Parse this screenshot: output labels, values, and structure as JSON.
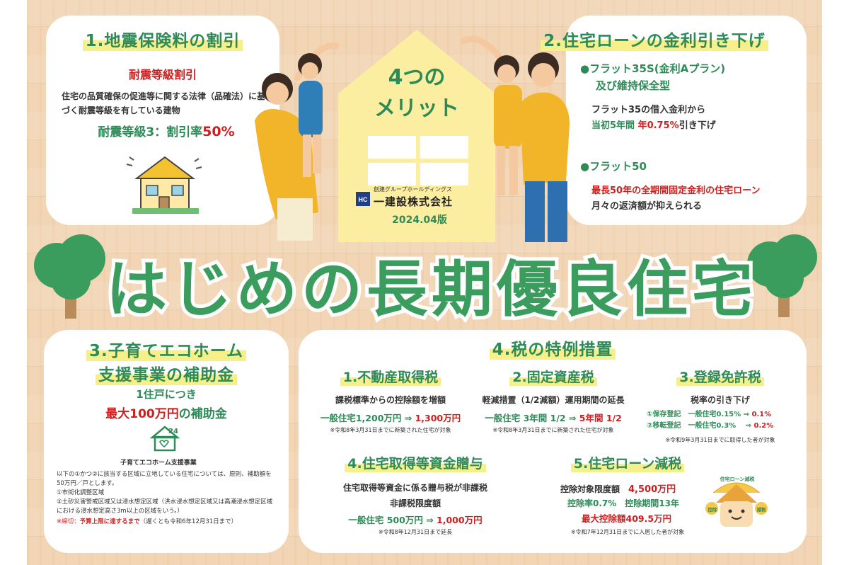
{
  "center": {
    "title_line1": "4つの",
    "title_line2": "メリット",
    "company_small": "創建グループホールディングス",
    "company": "一建設株式会社",
    "edition": "2024.04版"
  },
  "main_title": "はじめの長期優良住宅",
  "sec1": {
    "heading": "1.地震保険料の割引",
    "sub": "耐震等級割引",
    "body": "住宅の品質確保の促進等に関する法律（品確法）に基づく耐震等級を有している建物",
    "rate_prefix": "耐震等級3：割引率",
    "rate_value": "50%"
  },
  "sec2": {
    "heading": "2.住宅ローンの金利引き下げ",
    "item1_title_a": "●フラット35S(金利Aプラン)",
    "item1_title_b": "及び維持保全型",
    "item1_line1": "フラット35の借入金利から",
    "item1_line2_a": "当初5年間 ",
    "item1_line2_b": "年0.75%",
    "item1_line2_c": "引き下げ",
    "item2_title": "●フラット50",
    "item2_line1_a": "最長50年",
    "item2_line1_b": "の全期間固定金利の住宅ローン",
    "item2_line2": "月々の返済額が抑えられる"
  },
  "sec3": {
    "heading1": "3.子育てエコホーム",
    "heading2": "支援事業の補助金",
    "line1": "1住戸につき",
    "line2_a": "最大100万円",
    "line2_b": "の補助金",
    "icon_label": "24",
    "program": "子育てエコホーム支援事業",
    "note1": "以下の①かつ②に該当する区域に立地している住宅については、原則、補助額を50万円／戸とします。",
    "note2": "①市街化調整区域",
    "note3": "②土砂災害警戒区域又は浸水想定区域（洪水浸水想定区域又は高潮浸水想定区域における浸水想定高さ3m以上の区域をいう。）",
    "deadline_a": "※締切：",
    "deadline_b": "予算上限に達するまで",
    "deadline_c": "（遅くとも令和6年12月31日まで）"
  },
  "sec4": {
    "heading": "4.税の特例措置",
    "a_title": "1.不動産取得税",
    "a_line1": "課税標準からの控除額を増額",
    "a_line2_a": "一般住宅1,200万円 ⇒ ",
    "a_line2_b": "1,300万円",
    "a_note": "※令和8年3月31日までに新築された住宅が対象",
    "b_title": "2.固定資産税",
    "b_line1": "軽減措置（1/2減額）運用期間の延長",
    "b_line2_a": "一般住宅 3年間 1/2 ⇒ ",
    "b_line2_b": "5年間 1/2",
    "b_note": "※令和8年3月31日までに新築された住宅が対象",
    "c_title": "3.登録免許税",
    "c_line1": "税率の引き下げ",
    "c_line2_a": "①保存登記　一般住宅0.15% ⇒ ",
    "c_line2_b": "0.1%",
    "c_line3_a": "②移転登記　一般住宅0.3%　 ⇒ ",
    "c_line3_b": "0.2%",
    "c_note": "※令和9年3月31日までに取得した者が対象",
    "d_title": "4.住宅取得等資金贈与",
    "d_line1": "住宅取得等資金に係る贈与税が非課税",
    "d_line2": "非課税限度額",
    "d_line3_a": "一般住宅 500万円 ⇒ ",
    "d_line3_b": "1,000万円",
    "d_note": "※令和8年12月31日まで延長",
    "e_title": "5.住宅ローン減税",
    "e_line1_a": "控除対象限度額　",
    "e_line1_b": "4,500万円",
    "e_line2": "控除率0.7%　控除期間13年",
    "e_line3": "最大控除額409.5万円",
    "e_note": "※令和7年12月31日までに入居した者が対象",
    "badge_top": "住宅ローン減税",
    "badge_left": "控除",
    "badge_right": "減税"
  },
  "colors": {
    "green": "#2e8b57",
    "title_green": "#3a9d5d",
    "red": "#cc1f1f",
    "highlight_yellow": "#f7f08a",
    "house_yellow": "#fbeea0",
    "wood": "#f2d5b4"
  }
}
